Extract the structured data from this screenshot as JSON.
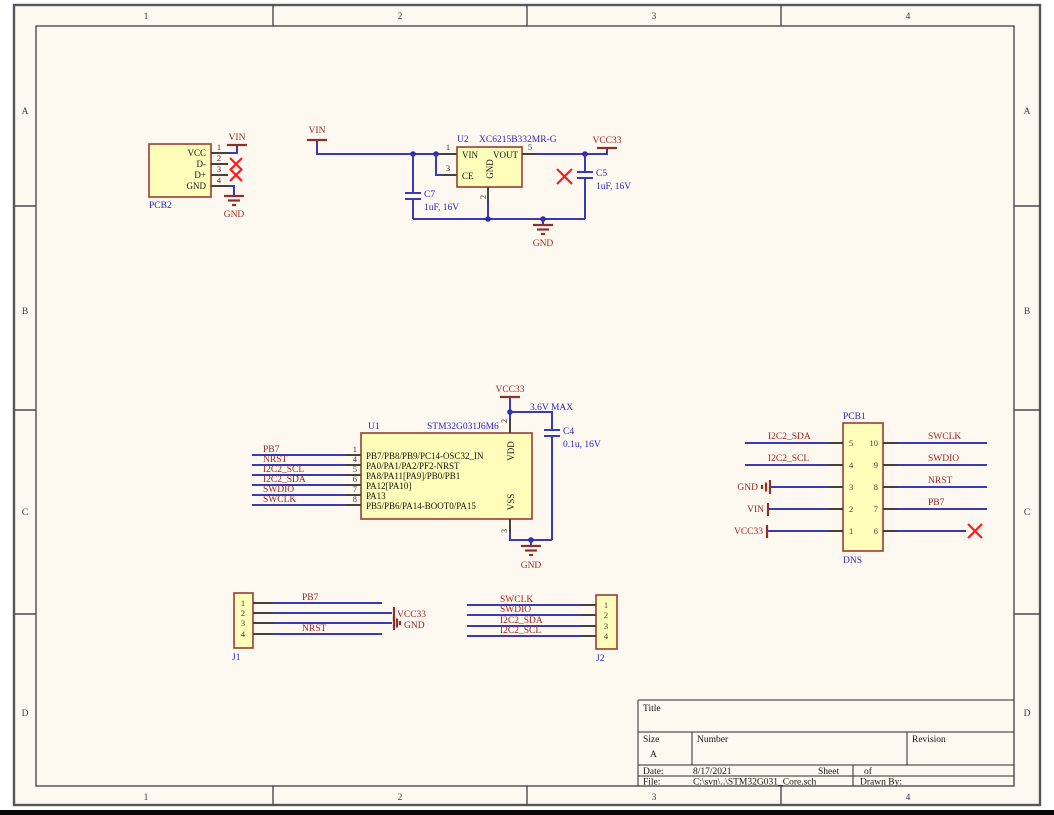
{
  "zones": {
    "cols": [
      "1",
      "2",
      "3",
      "4"
    ],
    "rows": [
      "A",
      "B",
      "C",
      "D"
    ]
  },
  "colors": {
    "wire": "#3a3ab6",
    "component_fill": "#fefdb9",
    "component_border": "#9a3c33",
    "net_text": "#9c241f",
    "designator_text": "#2727c2",
    "no_erc_x": "#ff1a1a",
    "sheet": "#fdf9f0"
  },
  "pcb2": {
    "designator": "PCB2",
    "pins": [
      {
        "num": "1",
        "name": "VCC"
      },
      {
        "num": "2",
        "name": "D-"
      },
      {
        "num": "3",
        "name": "D+"
      },
      {
        "num": "4",
        "name": "GND"
      }
    ],
    "ports": {
      "vin": "VIN",
      "gnd": "GND"
    }
  },
  "u2": {
    "designator": "U2",
    "comment": "XC6215B332MR-G",
    "pins": {
      "vin": {
        "num": "1",
        "name": "VIN"
      },
      "ce": {
        "num": "3",
        "name": "CE"
      },
      "vout": {
        "num": "5",
        "name": "VOUT"
      },
      "gnd": {
        "num": "2",
        "name": "GND"
      }
    },
    "ports": {
      "vin": "VIN",
      "vcc": "VCC33",
      "gnd": "GND"
    },
    "c7": {
      "designator": "C7",
      "value": "1uF, 16V"
    },
    "c5": {
      "designator": "C5",
      "value": "1uF, 16V"
    }
  },
  "u1": {
    "designator": "U1",
    "comment": "STM32G031J6M6",
    "left_pins": [
      {
        "num": "1",
        "name": "PB7/PB8/PB9/PC14-OSC32_IN",
        "net": "PB7"
      },
      {
        "num": "4",
        "name": "PA0/PA1/PA2/PF2-NRST",
        "net": "NRST"
      },
      {
        "num": "5",
        "name": "PA8/PA11[PA9]/PB0/PB1",
        "net": "I2C2_SCL"
      },
      {
        "num": "6",
        "name": "PA12[PA10]",
        "net": "I2C2_SDA"
      },
      {
        "num": "7",
        "name": "PA13",
        "net": "SWDIO"
      },
      {
        "num": "8",
        "name": "PB5/PB6/PA14-BOOT0/PA15",
        "net": "SWCLK"
      }
    ],
    "vdd": {
      "num": "2",
      "name": "VDD"
    },
    "vss": {
      "num": "3",
      "name": "VSS"
    },
    "ports": {
      "vcc": "VCC33",
      "gnd": "GND"
    },
    "note": "3.6V MAX",
    "c4": {
      "designator": "C4",
      "value": "0.1u, 16V"
    }
  },
  "pcb1": {
    "designator": "PCB1",
    "note": "DNS",
    "left_rows": [
      {
        "pin": "5",
        "net": "I2C2_SDA"
      },
      {
        "pin": "4",
        "net": "I2C2_SCL"
      },
      {
        "pin": "3",
        "net": "GND"
      },
      {
        "pin": "2",
        "net": "VIN"
      },
      {
        "pin": "1",
        "net": "VCC33"
      }
    ],
    "right_rows": [
      {
        "pin": "10",
        "net": "SWCLK"
      },
      {
        "pin": "9",
        "net": "SWDIO"
      },
      {
        "pin": "8",
        "net": "NRST"
      },
      {
        "pin": "7",
        "net": "PB7"
      },
      {
        "pin": "6",
        "net": ""
      }
    ]
  },
  "j1": {
    "designator": "J1",
    "rows": [
      {
        "pin": "1",
        "net": "PB7"
      },
      {
        "pin": "2",
        "net": "VCC33"
      },
      {
        "pin": "3",
        "net": "GND"
      },
      {
        "pin": "4",
        "net": "NRST"
      }
    ]
  },
  "j2": {
    "designator": "J2",
    "rows": [
      {
        "pin": "1",
        "net": "SWCLK"
      },
      {
        "pin": "2",
        "net": "SWDIO"
      },
      {
        "pin": "3",
        "net": "I2C2_SDA"
      },
      {
        "pin": "4",
        "net": "I2C2_SCL"
      }
    ]
  },
  "title_block": {
    "title_label": "Title",
    "size_label": "Size",
    "size": "A",
    "number_label": "Number",
    "revision_label": "Revision",
    "date_label": "Date:",
    "date": "8/17/2021",
    "sheet_label": "Sheet",
    "of_label": "of",
    "file_label": "File:",
    "file": "C:\\svn\\..\\STM32G031_Core.sch",
    "drawn_by_label": "Drawn By:"
  }
}
